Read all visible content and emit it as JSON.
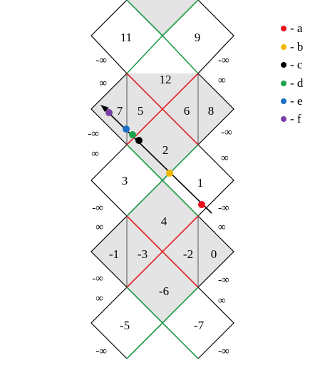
{
  "colors": {
    "shaded_fill": "#e4e4e4",
    "outline": "#000000",
    "green_line": "#1e9a4a",
    "red_line": "#e01f26",
    "interior_line": "#555555",
    "trajectory": "#000000"
  },
  "regions": [
    {
      "label": "11",
      "shaded": false
    },
    {
      "label": "9",
      "shaded": false
    },
    {
      "label": "12",
      "shaded": true
    },
    {
      "label": "7",
      "shaded": true
    },
    {
      "label": "5",
      "shaded": true
    },
    {
      "label": "6",
      "shaded": true
    },
    {
      "label": "8",
      "shaded": true
    },
    {
      "label": "2",
      "shaded": true
    },
    {
      "label": "3",
      "shaded": false
    },
    {
      "label": "1",
      "shaded": false
    },
    {
      "label": "4",
      "shaded": true
    },
    {
      "label": "-1",
      "shaded": true
    },
    {
      "label": "-3",
      "shaded": true
    },
    {
      "label": "-2",
      "shaded": true
    },
    {
      "label": "0",
      "shaded": true
    },
    {
      "label": "-6",
      "shaded": true
    },
    {
      "label": "-5",
      "shaded": false
    },
    {
      "label": "-7",
      "shaded": false
    }
  ],
  "infinity_labels": {
    "left": [
      {
        "text": "-∞"
      },
      {
        "text": "∞"
      },
      {
        "text": "-∞"
      },
      {
        "text": "∞"
      },
      {
        "text": "-∞"
      },
      {
        "text": "∞"
      },
      {
        "text": "-∞"
      },
      {
        "text": "∞"
      },
      {
        "text": "-∞"
      }
    ],
    "right": [
      {
        "text": "-∞"
      },
      {
        "text": "∞"
      },
      {
        "text": "-∞"
      },
      {
        "text": "∞"
      },
      {
        "text": "-∞"
      },
      {
        "text": "∞"
      },
      {
        "text": "-∞"
      },
      {
        "text": "∞"
      },
      {
        "text": "-∞"
      }
    ]
  },
  "points": [
    {
      "id": "a",
      "color": "#e8101a"
    },
    {
      "id": "b",
      "color": "#f5b800"
    },
    {
      "id": "c",
      "color": "#000000"
    },
    {
      "id": "d",
      "color": "#1aa34a"
    },
    {
      "id": "e",
      "color": "#1c6fc4"
    },
    {
      "id": "f",
      "color": "#7b3fa8"
    }
  ],
  "legend": [
    {
      "label": "- a",
      "color": "#e8101a"
    },
    {
      "label": "- b",
      "color": "#f5b800"
    },
    {
      "label": "- c",
      "color": "#000000"
    },
    {
      "label": "- d",
      "color": "#1aa34a"
    },
    {
      "label": "- e",
      "color": "#1c6fc4"
    },
    {
      "label": "- f",
      "color": "#7b3fa8"
    }
  ]
}
